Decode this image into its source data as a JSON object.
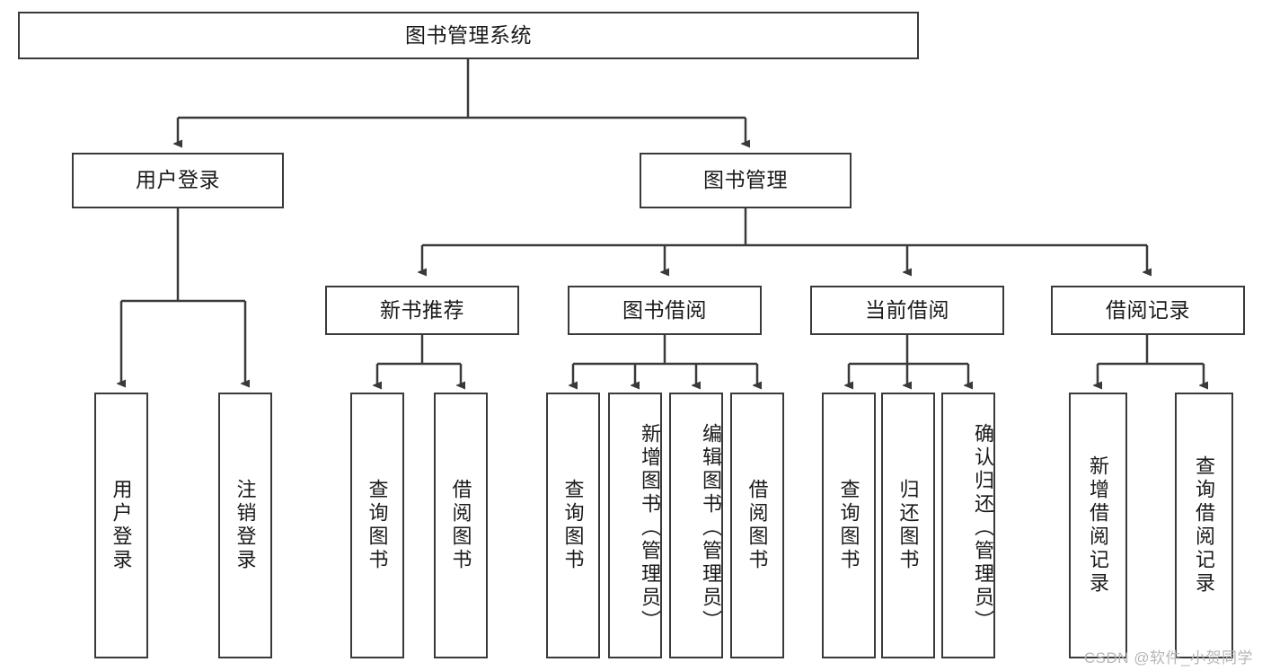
{
  "diagram": {
    "title": "图书管理系统",
    "watermark": "CSDN @软件_小贺同学",
    "colors": {
      "box_border": "#3a3a3a",
      "box_fill": "#ffffff",
      "text": "#1a1a1a",
      "edge": "#3a3a3a",
      "watermark": "#b6b6b6",
      "background": "#ffffff"
    },
    "root": {
      "label": "图书管理系统"
    },
    "level2": [
      {
        "label": "用户登录"
      },
      {
        "label": "图书管理"
      }
    ],
    "level3": [
      {
        "label": "新书推荐"
      },
      {
        "label": "图书借阅"
      },
      {
        "label": "当前借阅"
      },
      {
        "label": "借阅记录"
      }
    ],
    "leaves": {
      "user_login": [
        {
          "label": "用户登录"
        },
        {
          "label": "注销登录"
        }
      ],
      "new_book": [
        {
          "label": "查询图书"
        },
        {
          "label": "借阅图书"
        }
      ],
      "book_borrow": [
        {
          "label": "查询图书"
        },
        {
          "label": "新增图书（管理员）"
        },
        {
          "label": "编辑图书（管理员）"
        },
        {
          "label": "借阅图书"
        }
      ],
      "current_borrow": [
        {
          "label": "查询图书"
        },
        {
          "label": "归还图书"
        },
        {
          "label": "确认归还（管理员）"
        }
      ],
      "borrow_record": [
        {
          "label": "新增借阅记录"
        },
        {
          "label": "查询借阅记录"
        }
      ]
    }
  }
}
